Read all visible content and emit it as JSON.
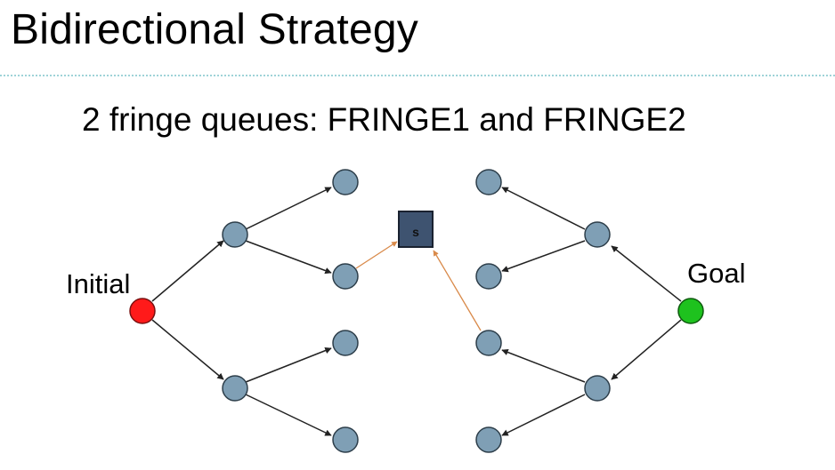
{
  "slide": {
    "title": "Bidirectional Strategy",
    "subtitle": "2 fringe queues: FRINGE1 and FRINGE2"
  },
  "diagram": {
    "initial_label": "Initial",
    "goal_label": "Goal",
    "meeting_node_label": "s",
    "colors": {
      "initial": "#ff1a1a",
      "goal": "#1ec21e",
      "node": "#7f9fb5",
      "meeting_node": "#3e5370",
      "edge": "#222222",
      "meeting_edge": "#d98a4a"
    }
  }
}
